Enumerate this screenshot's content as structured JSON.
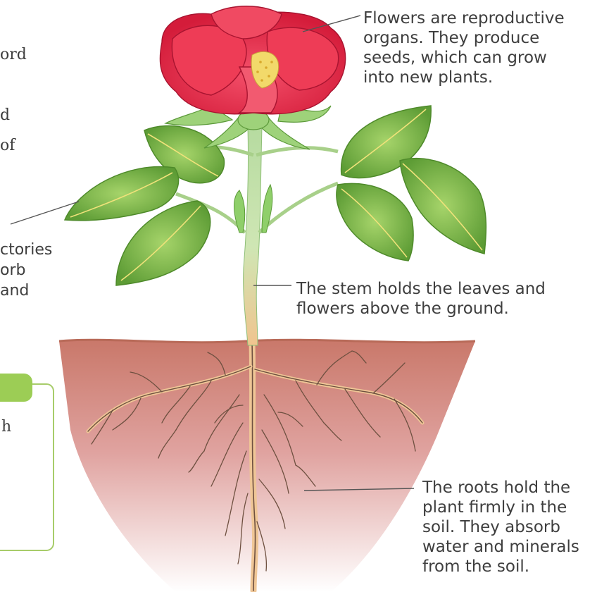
{
  "labels": {
    "flower": "Flowers are reproductive\norgans. They produce\nseeds, which can grow\ninto new plants.",
    "stem": "The stem holds the leaves and\nflowers above the ground.",
    "roots": "The roots hold the\nplant firmly in the\nsoil. They absorb\nwater and minerals\nfrom the soil."
  },
  "cropped_text": {
    "top_left": "ord\n\nd\nof",
    "leaf_fragment": "ctories\norb\nand",
    "box_fragment": "h"
  },
  "colors": {
    "petal": "#e8304a",
    "petal_dark": "#c21a34",
    "pollen": "#f2d96a",
    "leaf": "#7fbf4a",
    "leaf_dark": "#4e8a2a",
    "vein": "#f0e27a",
    "stem": "#b9dba2",
    "soil_top": "#c97a64",
    "soil_bottom": "#ffffff",
    "root": "#7a5a48",
    "taproot": "#efc696",
    "box_border": "#a7cc6a",
    "box_tab": "#9ccd55"
  }
}
